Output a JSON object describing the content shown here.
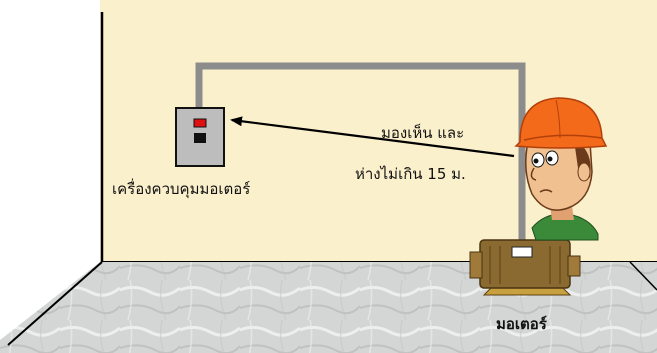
{
  "labels": {
    "controller": "เครื่องควบคุมมอเตอร์",
    "visibility_line1": "มองเห็น และ",
    "visibility_line2": "ห่างไม่เกิน 15 ม.",
    "motor": "มอเตอร์"
  },
  "colors": {
    "wall": "#fbf0cc",
    "floor": "#d4d6d6",
    "conduit": "#8c8c8c",
    "controller_box": "#bdbdbd",
    "indicator_on": "#e01010",
    "motor_body": "#8b6a32",
    "helmet": "#f26a1a",
    "skin": "#f0c090",
    "shirt": "#3a8a3a"
  }
}
